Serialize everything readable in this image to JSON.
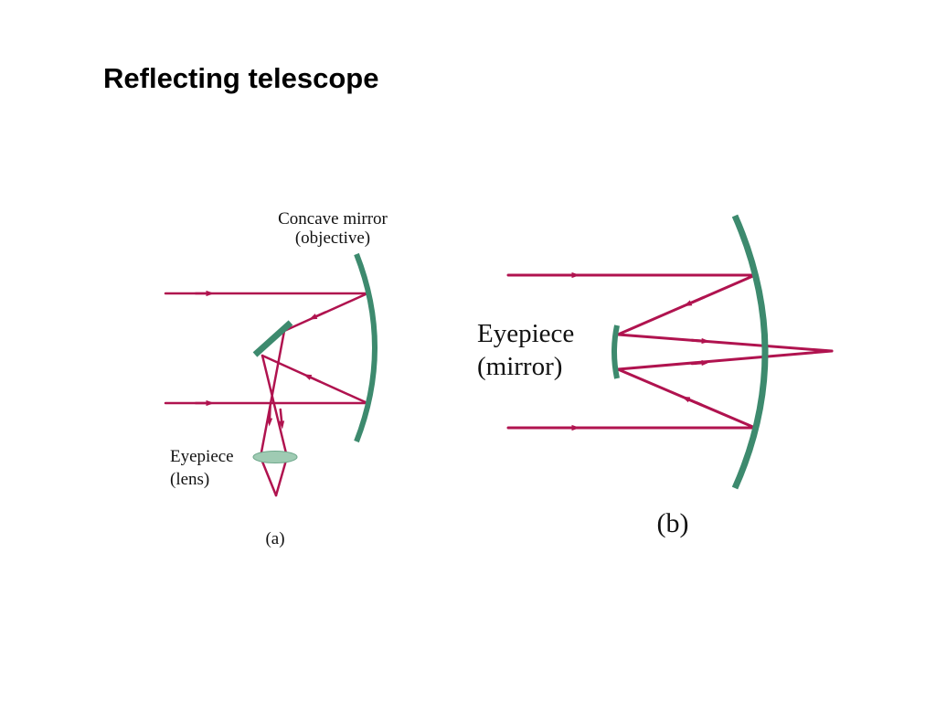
{
  "slide": {
    "title": "Reflecting telescope"
  },
  "figure_a": {
    "objective_label_line1": "Concave mirror",
    "objective_label_line2": "(objective)",
    "eyepiece_label_line1": "Eyepiece",
    "eyepiece_label_line2": "(lens)",
    "caption": "(a)"
  },
  "figure_b": {
    "eyepiece_label_line1": "Eyepiece",
    "eyepiece_label_line2": "(mirror)",
    "caption": "(b)"
  },
  "colors": {
    "ray": "#b0134f",
    "mirror": "#3d8a6e",
    "lens_fill": "#9fcbb3",
    "text": "#111111"
  }
}
